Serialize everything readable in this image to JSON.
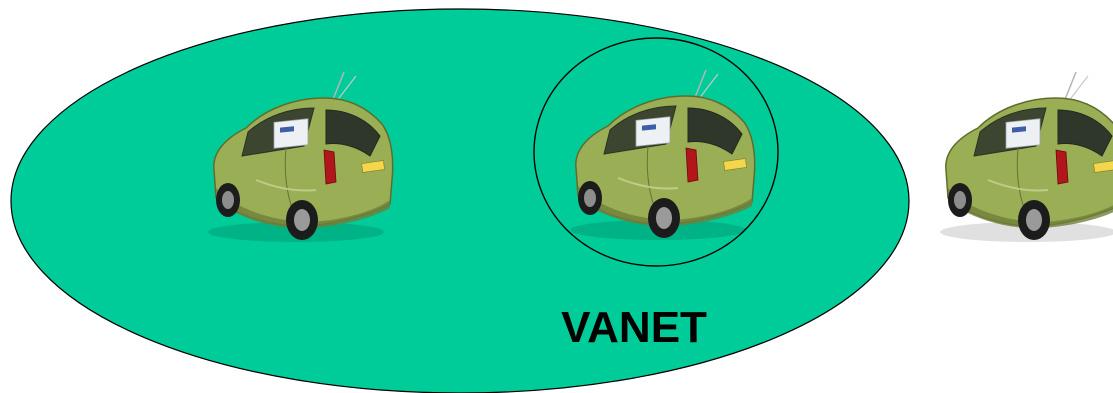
{
  "diagram": {
    "label": "VANET",
    "colors": {
      "network_fill": "#00CC99",
      "outline": "#000000",
      "label": "#000000",
      "car_body": "#9AAE55"
    },
    "nodes": [
      {
        "name": "car-1",
        "icon": "car-icon",
        "inside_network": true,
        "in_circle": false
      },
      {
        "name": "car-2",
        "icon": "car-icon",
        "inside_network": true,
        "in_circle": true
      },
      {
        "name": "car-3",
        "icon": "car-icon",
        "inside_network": false,
        "in_circle": false
      }
    ]
  }
}
